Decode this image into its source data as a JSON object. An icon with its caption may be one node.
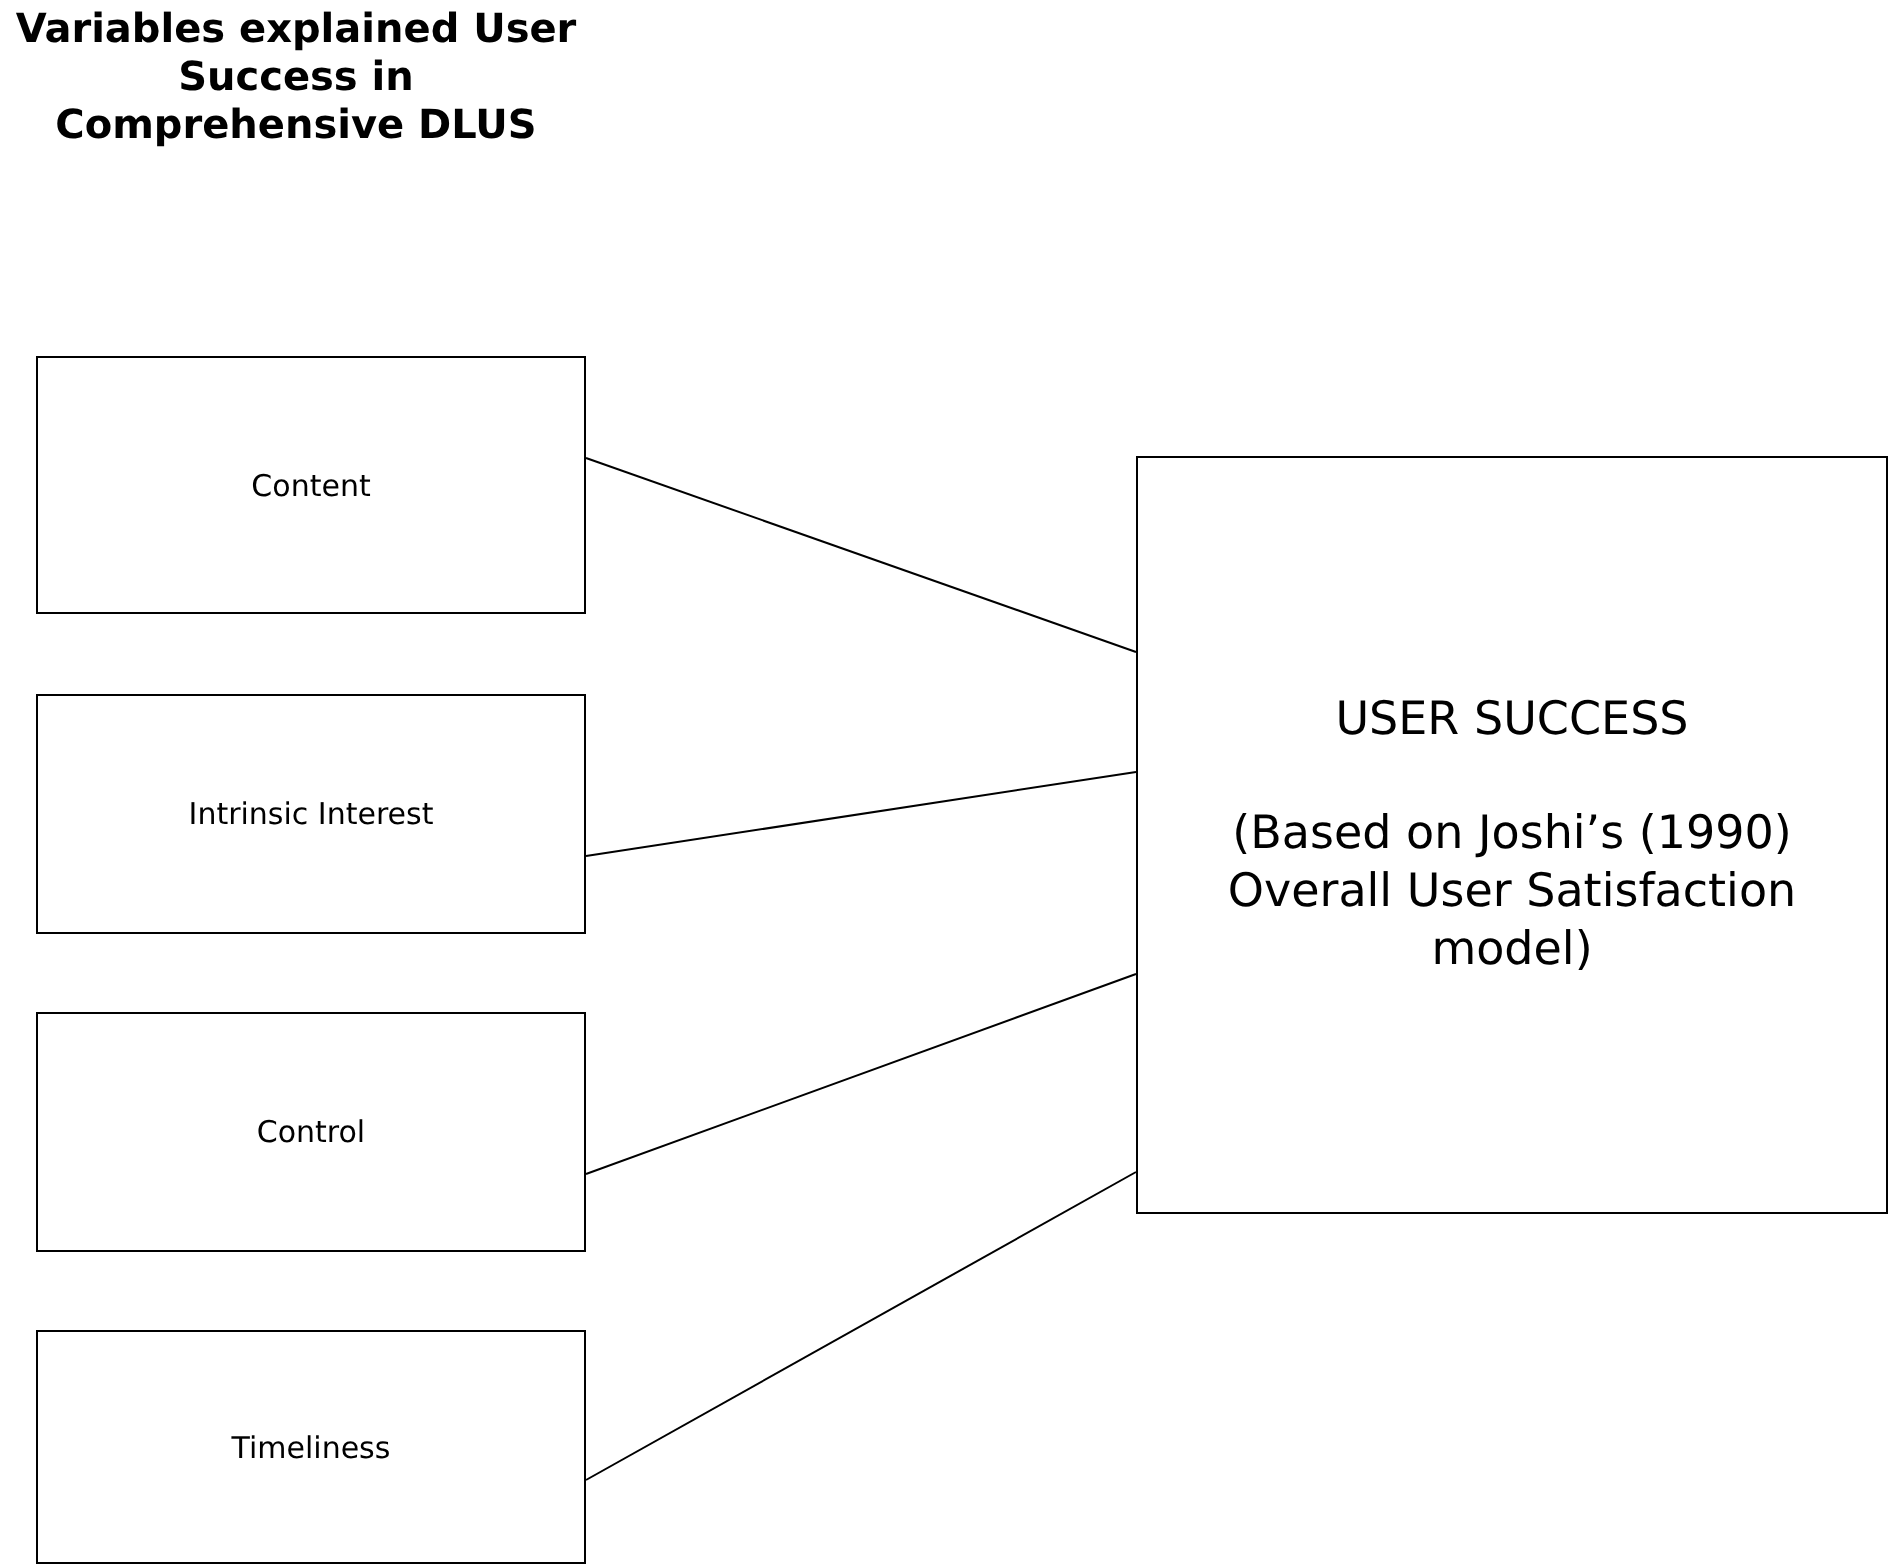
{
  "diagram": {
    "title": "Variables explained User Success in Comprehensive DLUS",
    "nodes": [
      {
        "text": [
          "Content"
        ]
      },
      {
        "text": [
          "Intrinsic Interest"
        ]
      },
      {
        "text": [
          "Control"
        ]
      },
      {
        "text": [
          "Timeliness"
        ]
      },
      {
        "text": [
          "USER SUCCESS",
          "(Based on Joshi’s (1990) Overall User Satisfaction model)"
        ]
      }
    ],
    "edges": [
      {
        "from": 0,
        "to": 4,
        "arrow": "none"
      },
      {
        "from": 1,
        "to": 4,
        "arrow": "none"
      },
      {
        "from": 2,
        "to": 4,
        "arrow": "none"
      },
      {
        "from": 3,
        "to": 4,
        "arrow": "none"
      }
    ]
  }
}
